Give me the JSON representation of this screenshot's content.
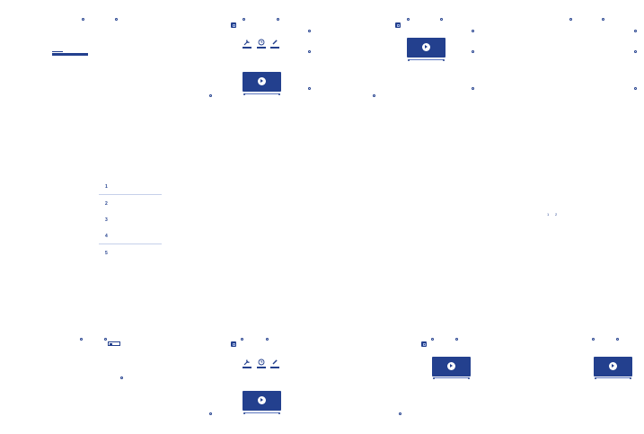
{
  "list": {
    "items": [
      {
        "label": "1"
      },
      {
        "label": "2"
      },
      {
        "label": "3"
      },
      {
        "label": "4"
      },
      {
        "label": "5"
      }
    ]
  },
  "pager": {
    "pages": [
      "1",
      "2"
    ]
  },
  "colors": {
    "brand": "#23408e",
    "accent_light": "#5d78bf",
    "separator": "#c6d0ea",
    "background": "#ffffff"
  },
  "icons": [
    "checkbox-icon",
    "wrench-icon",
    "clock-icon",
    "tag-icon",
    "play-icon",
    "dot-icon"
  ]
}
